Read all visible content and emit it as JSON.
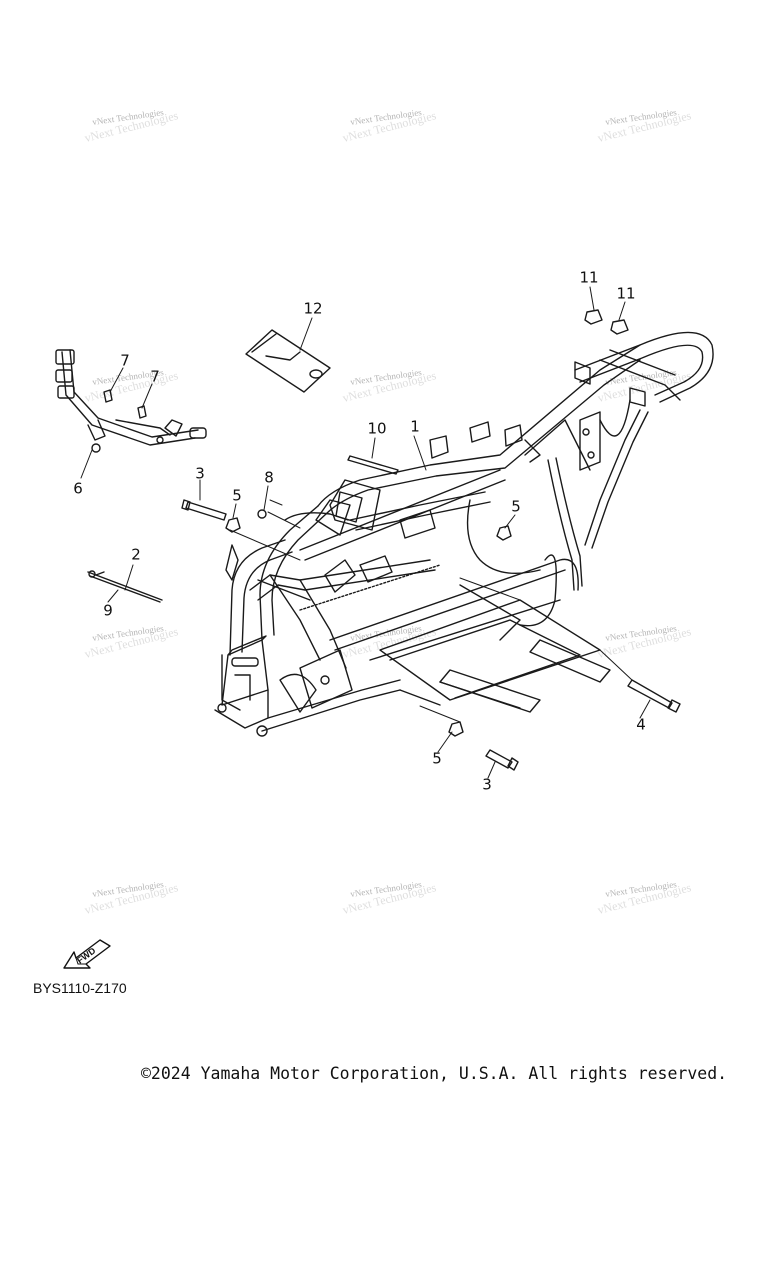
{
  "diagram": {
    "code": "BYS1110-Z170",
    "copyright": "©2024 Yamaha Motor Corporation, U.S.A. All rights reserved.",
    "forward_label": "FWD",
    "watermark": "vNext Technologies",
    "callouts": {
      "c1": "1",
      "c2": "2",
      "c3a": "3",
      "c3b": "3",
      "c4": "4",
      "c5a": "5",
      "c5b": "5",
      "c5c": "5",
      "c6": "6",
      "c7a": "7",
      "c7b": "7",
      "c8": "8",
      "c9": "9",
      "c10": "10",
      "c11a": "11",
      "c11b": "11",
      "c12": "12"
    }
  }
}
